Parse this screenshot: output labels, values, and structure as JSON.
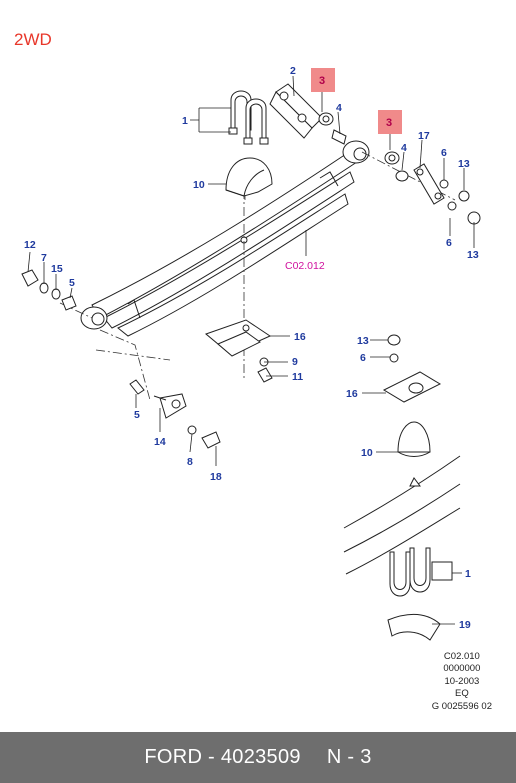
{
  "heading": "2WD",
  "callouts": {
    "c1": "1",
    "c2": "2",
    "c3a": "3",
    "c3b": "3",
    "c4a": "4",
    "c4b": "4",
    "c5a": "5",
    "c5b": "5",
    "c6a": "6",
    "c6b": "6",
    "c6c": "6",
    "c7": "7",
    "c8": "8",
    "c9": "9",
    "c10a": "10",
    "c10b": "10",
    "c11": "11",
    "c12": "12",
    "c13a": "13",
    "c13b": "13",
    "c13c": "13",
    "c14": "14",
    "c15": "15",
    "c16a": "16",
    "c16b": "16",
    "c17": "17",
    "c18": "18",
    "c1b": "1",
    "c19": "19"
  },
  "reference_code": "C02.012",
  "meta": [
    "C02.010",
    "0000000",
    "10-2003",
    "EQ",
    "G 0025596 02"
  ],
  "footer": {
    "part_label": "FORD - 4023509",
    "page_label": "N - 3"
  },
  "colors": {
    "heading": "#e8372a",
    "callout": "#1f3a9e",
    "highlight_box": "#f08a8a",
    "reference": "#d0119e",
    "footer_bg": "#6e6e6e"
  }
}
